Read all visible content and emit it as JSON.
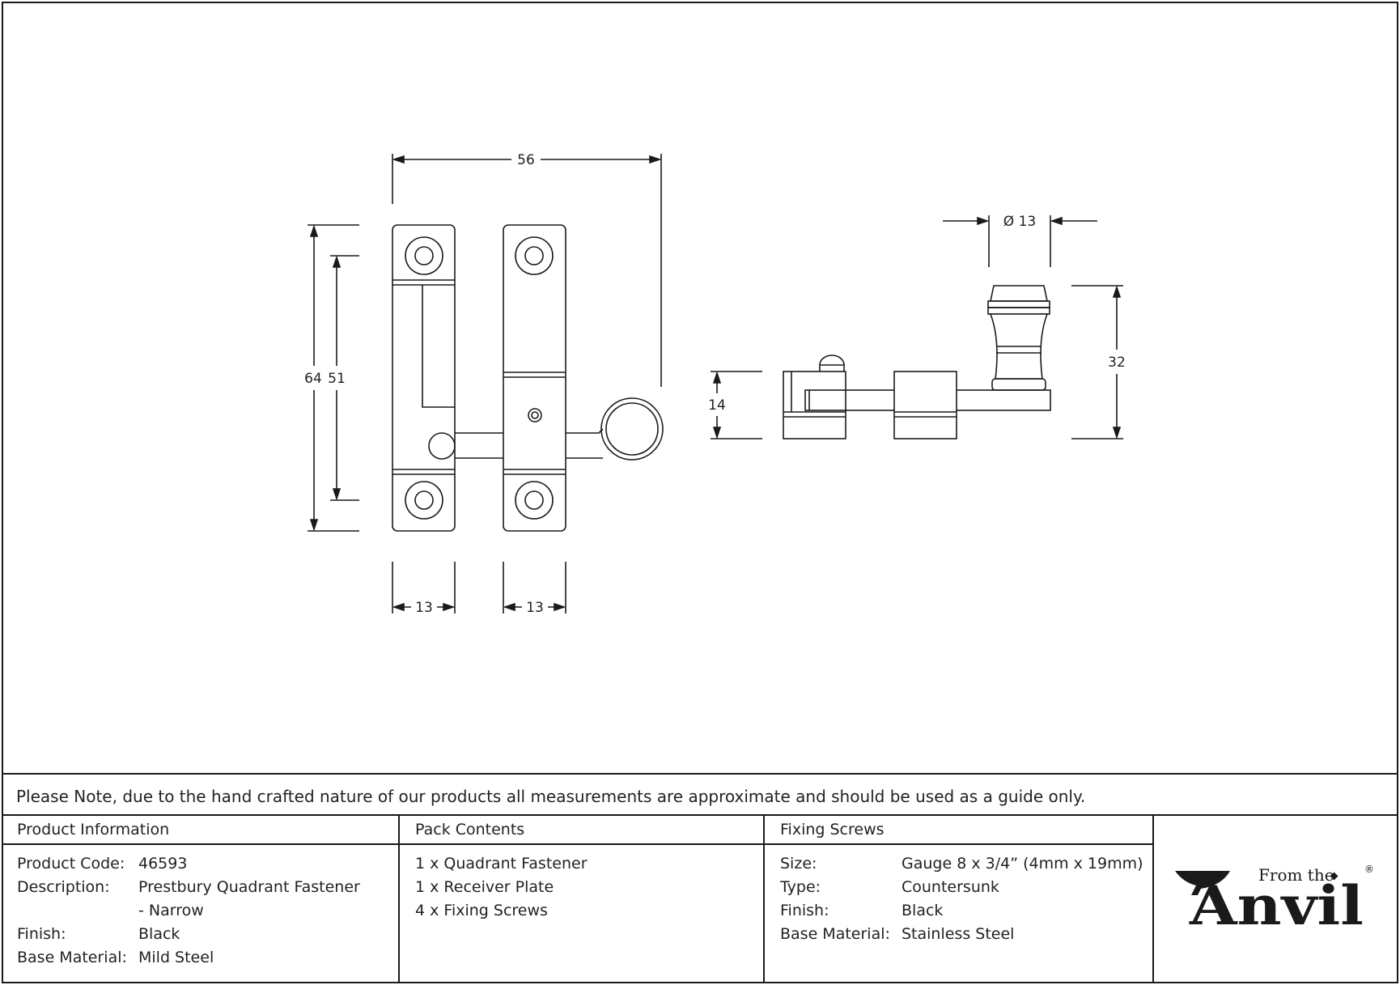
{
  "dimensions": {
    "overall_width": "56",
    "overall_height": "64",
    "screw_spacing": "51",
    "plate_width_left": "13",
    "plate_width_right": "13",
    "knob_diameter": "Ø 13",
    "side_height": "14",
    "knob_height": "32"
  },
  "note": "Please Note, due to the hand crafted nature of our products all measurements are approximate and should be used as a guide only.",
  "product_info": {
    "header": "Product Information",
    "rows": [
      {
        "label": "Product Code:",
        "value": "46593"
      },
      {
        "label": "Description:",
        "value": "Prestbury Quadrant Fastener"
      },
      {
        "label": "",
        "value": "- Narrow"
      },
      {
        "label": "Finish:",
        "value": "Black"
      },
      {
        "label": "Base Material:",
        "value": "Mild Steel"
      }
    ]
  },
  "pack_contents": {
    "header": "Pack Contents",
    "items": [
      "1 x Quadrant Fastener",
      "1 x Receiver Plate",
      "4 x Fixing Screws"
    ]
  },
  "fixing_screws": {
    "header": "Fixing Screws",
    "rows": [
      {
        "label": "Size:",
        "value": "Gauge 8 x 3/4” (4mm x 19mm)"
      },
      {
        "label": "Type:",
        "value": "Countersunk"
      },
      {
        "label": "Finish:",
        "value": "Black"
      },
      {
        "label": "Base Material:",
        "value": "Stainless Steel"
      }
    ]
  },
  "logo": {
    "text_small": "From the",
    "text_large": "Anvil",
    "registered": "®"
  }
}
